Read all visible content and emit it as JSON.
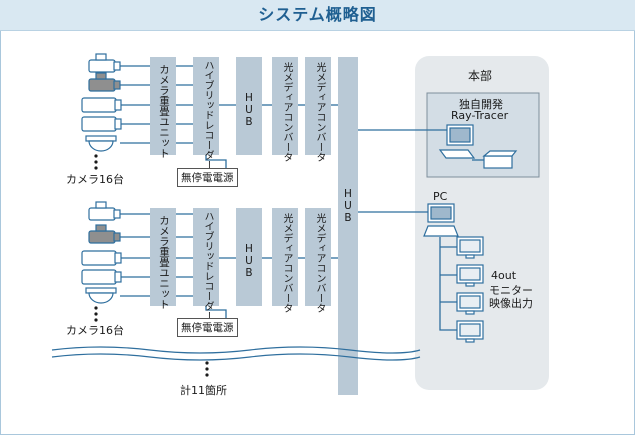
{
  "header": {
    "title": "システム概略図"
  },
  "site_blocks": [
    {
      "camera_count_label": "カメラ16台",
      "mux_unit_label": "カメラ重畳ユニット",
      "recorder_label": "ハイブリッドレコーダー",
      "hub_label": "HUB",
      "media_converter_1_label": "光メディアコンバータ",
      "media_converter_2_label": "光メディアコンバータ",
      "ups_label": "無停電電源"
    },
    {
      "camera_count_label": "カメラ16台",
      "mux_unit_label": "カメラ重畳ユニット",
      "recorder_label": "ハイブリッドレコーダー",
      "hub_label": "HUB",
      "media_converter_1_label": "光メディアコンバータ",
      "media_converter_2_label": "光メディアコンバータ",
      "ups_label": "無停電電源"
    }
  ],
  "main_hub_label": "HUB",
  "total_sites_label": "計11箇所",
  "headquarters": {
    "title": "本部",
    "server_line1": "独自開発",
    "server_line2": "Ray-Tracer",
    "pc_label": "PC",
    "monitor_output_line1": "4out",
    "monitor_output_line2": "モニター",
    "monitor_output_line3": "映像出力"
  },
  "colors": {
    "title_bg": "#d9e8f2",
    "title_text": "#1f5f91",
    "device_column": "#b9c9d6",
    "headquarters_bg": "#e5e9ec",
    "line": "#2f6f9e"
  }
}
